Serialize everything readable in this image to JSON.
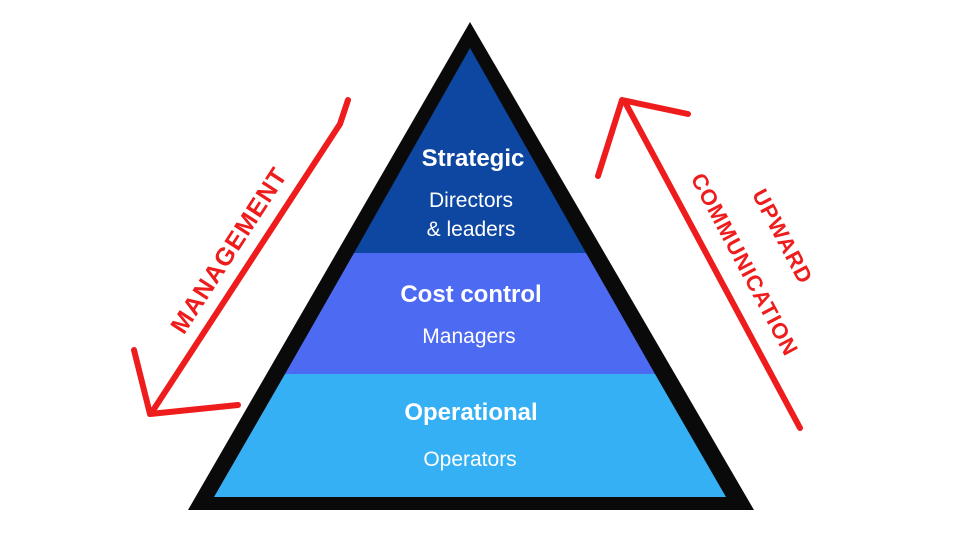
{
  "pyramid": {
    "levels": [
      {
        "title": "Strategic",
        "subtitle_lines": [
          "Directors",
          "& leaders"
        ],
        "color": "#0d47a1"
      },
      {
        "title": "Cost control",
        "subtitle_lines": [
          "Managers"
        ],
        "color": "#4d6af2"
      },
      {
        "title": "Operational",
        "subtitle_lines": [
          "Operators"
        ],
        "color": "#36b0f5"
      }
    ],
    "outline_color": "#0a0a0a"
  },
  "arrows": {
    "left": {
      "label": "MANAGEMENT",
      "direction": "down"
    },
    "right": {
      "label_lines": [
        "UPWARD",
        "COMMUNICATION"
      ],
      "direction": "up"
    },
    "color": "#ee1c1c"
  }
}
